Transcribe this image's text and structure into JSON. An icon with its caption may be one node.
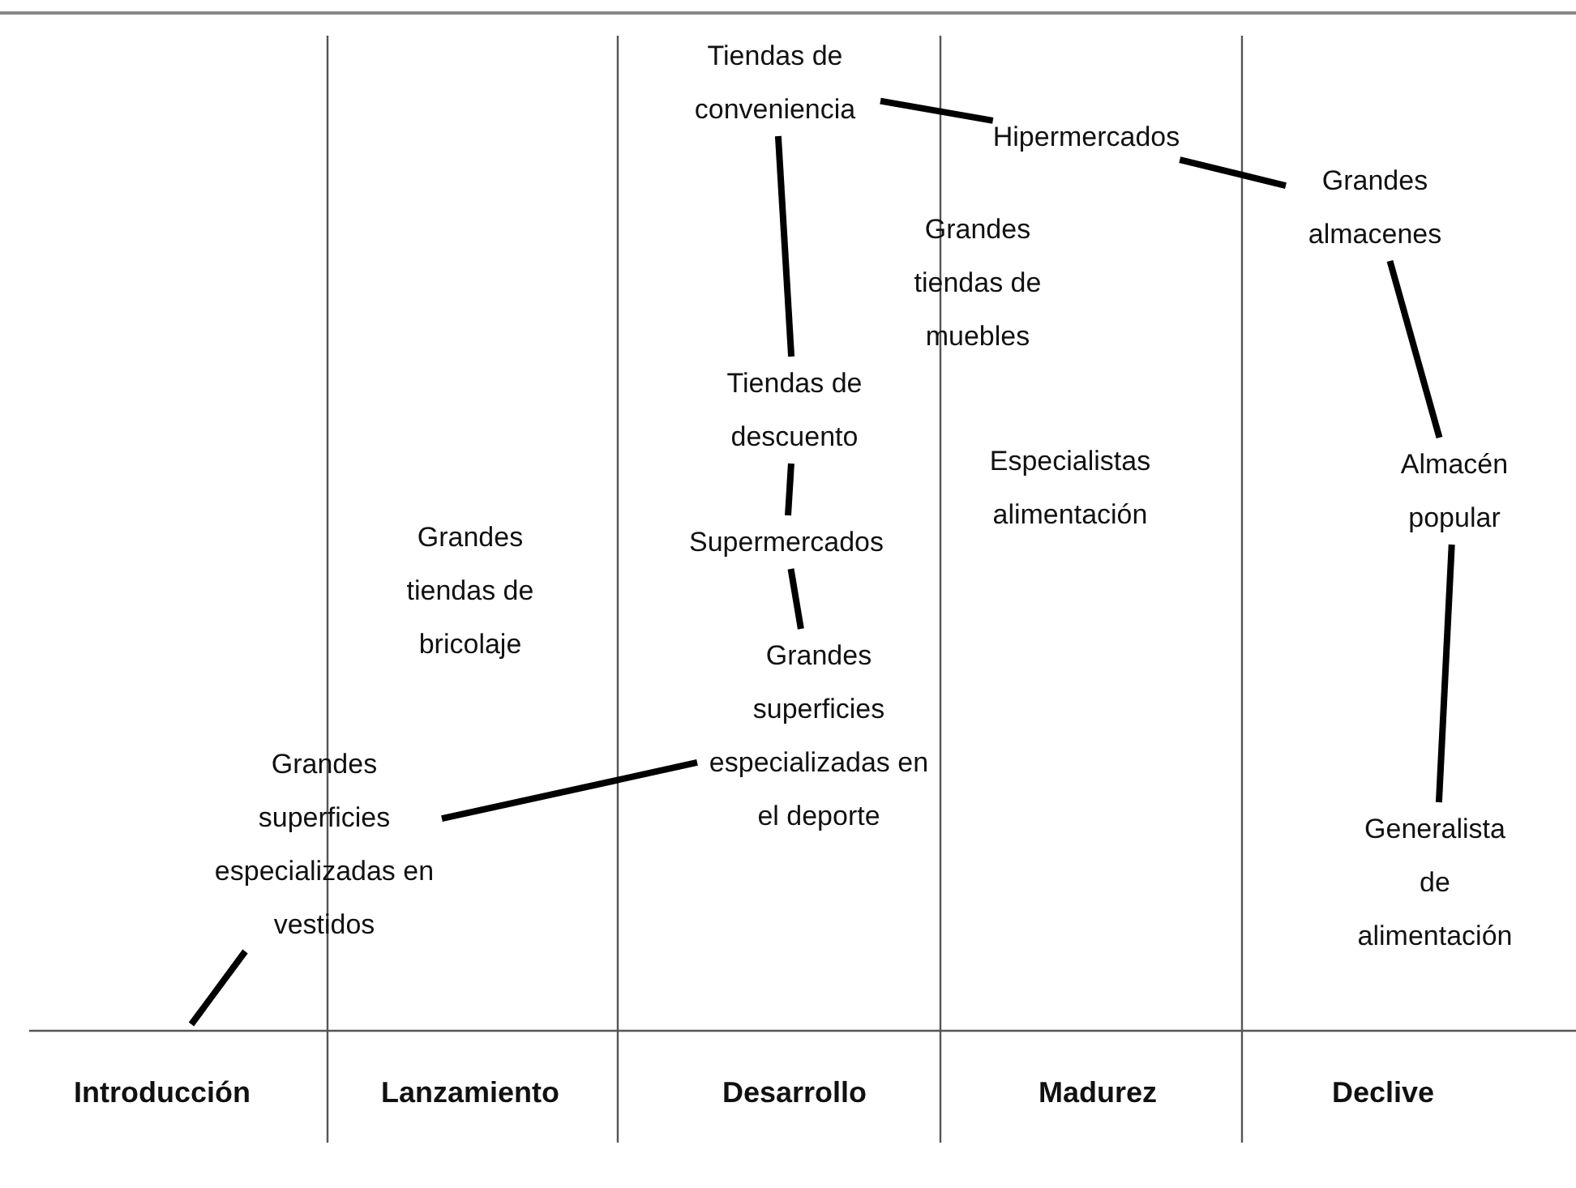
{
  "diagram": {
    "nodes": [
      {
        "text": [
          "Grandes superficies especializadas en vestidos"
        ]
      },
      {
        "text": [
          "Grandes superficies especializadas en el deporte"
        ]
      },
      {
        "text": [
          "Supermercados"
        ]
      },
      {
        "text": [
          "Tiendas de descuento"
        ]
      },
      {
        "text": [
          "Tiendas de conveniencia"
        ]
      },
      {
        "text": [
          "Hipermercados"
        ]
      },
      {
        "text": [
          "Grandes almacenes"
        ]
      },
      {
        "text": [
          "Almacén popular"
        ]
      },
      {
        "text": [
          "Generalista de alimentación"
        ]
      }
    ],
    "edges": [
      {
        "from": null,
        "to": 0,
        "arrow": "none"
      },
      {
        "from": 0,
        "to": 1,
        "arrow": "none"
      },
      {
        "from": 1,
        "to": 2,
        "arrow": "none"
      },
      {
        "from": 2,
        "to": 3,
        "arrow": "none"
      },
      {
        "from": 3,
        "to": 4,
        "arrow": "none"
      },
      {
        "from": 4,
        "to": 5,
        "arrow": "none"
      },
      {
        "from": 5,
        "to": 6,
        "arrow": "none"
      },
      {
        "from": 6,
        "to": 7,
        "arrow": "none"
      },
      {
        "from": 7,
        "to": 8,
        "arrow": "none"
      }
    ],
    "labels": [
      "Grandes tiendas de muebles",
      "Especialistas alimentación",
      "Grandes tiendas de bricolaje",
      "Introducción",
      "Lanzamiento",
      "Desarrollo",
      "Madurez",
      "Declive"
    ]
  }
}
